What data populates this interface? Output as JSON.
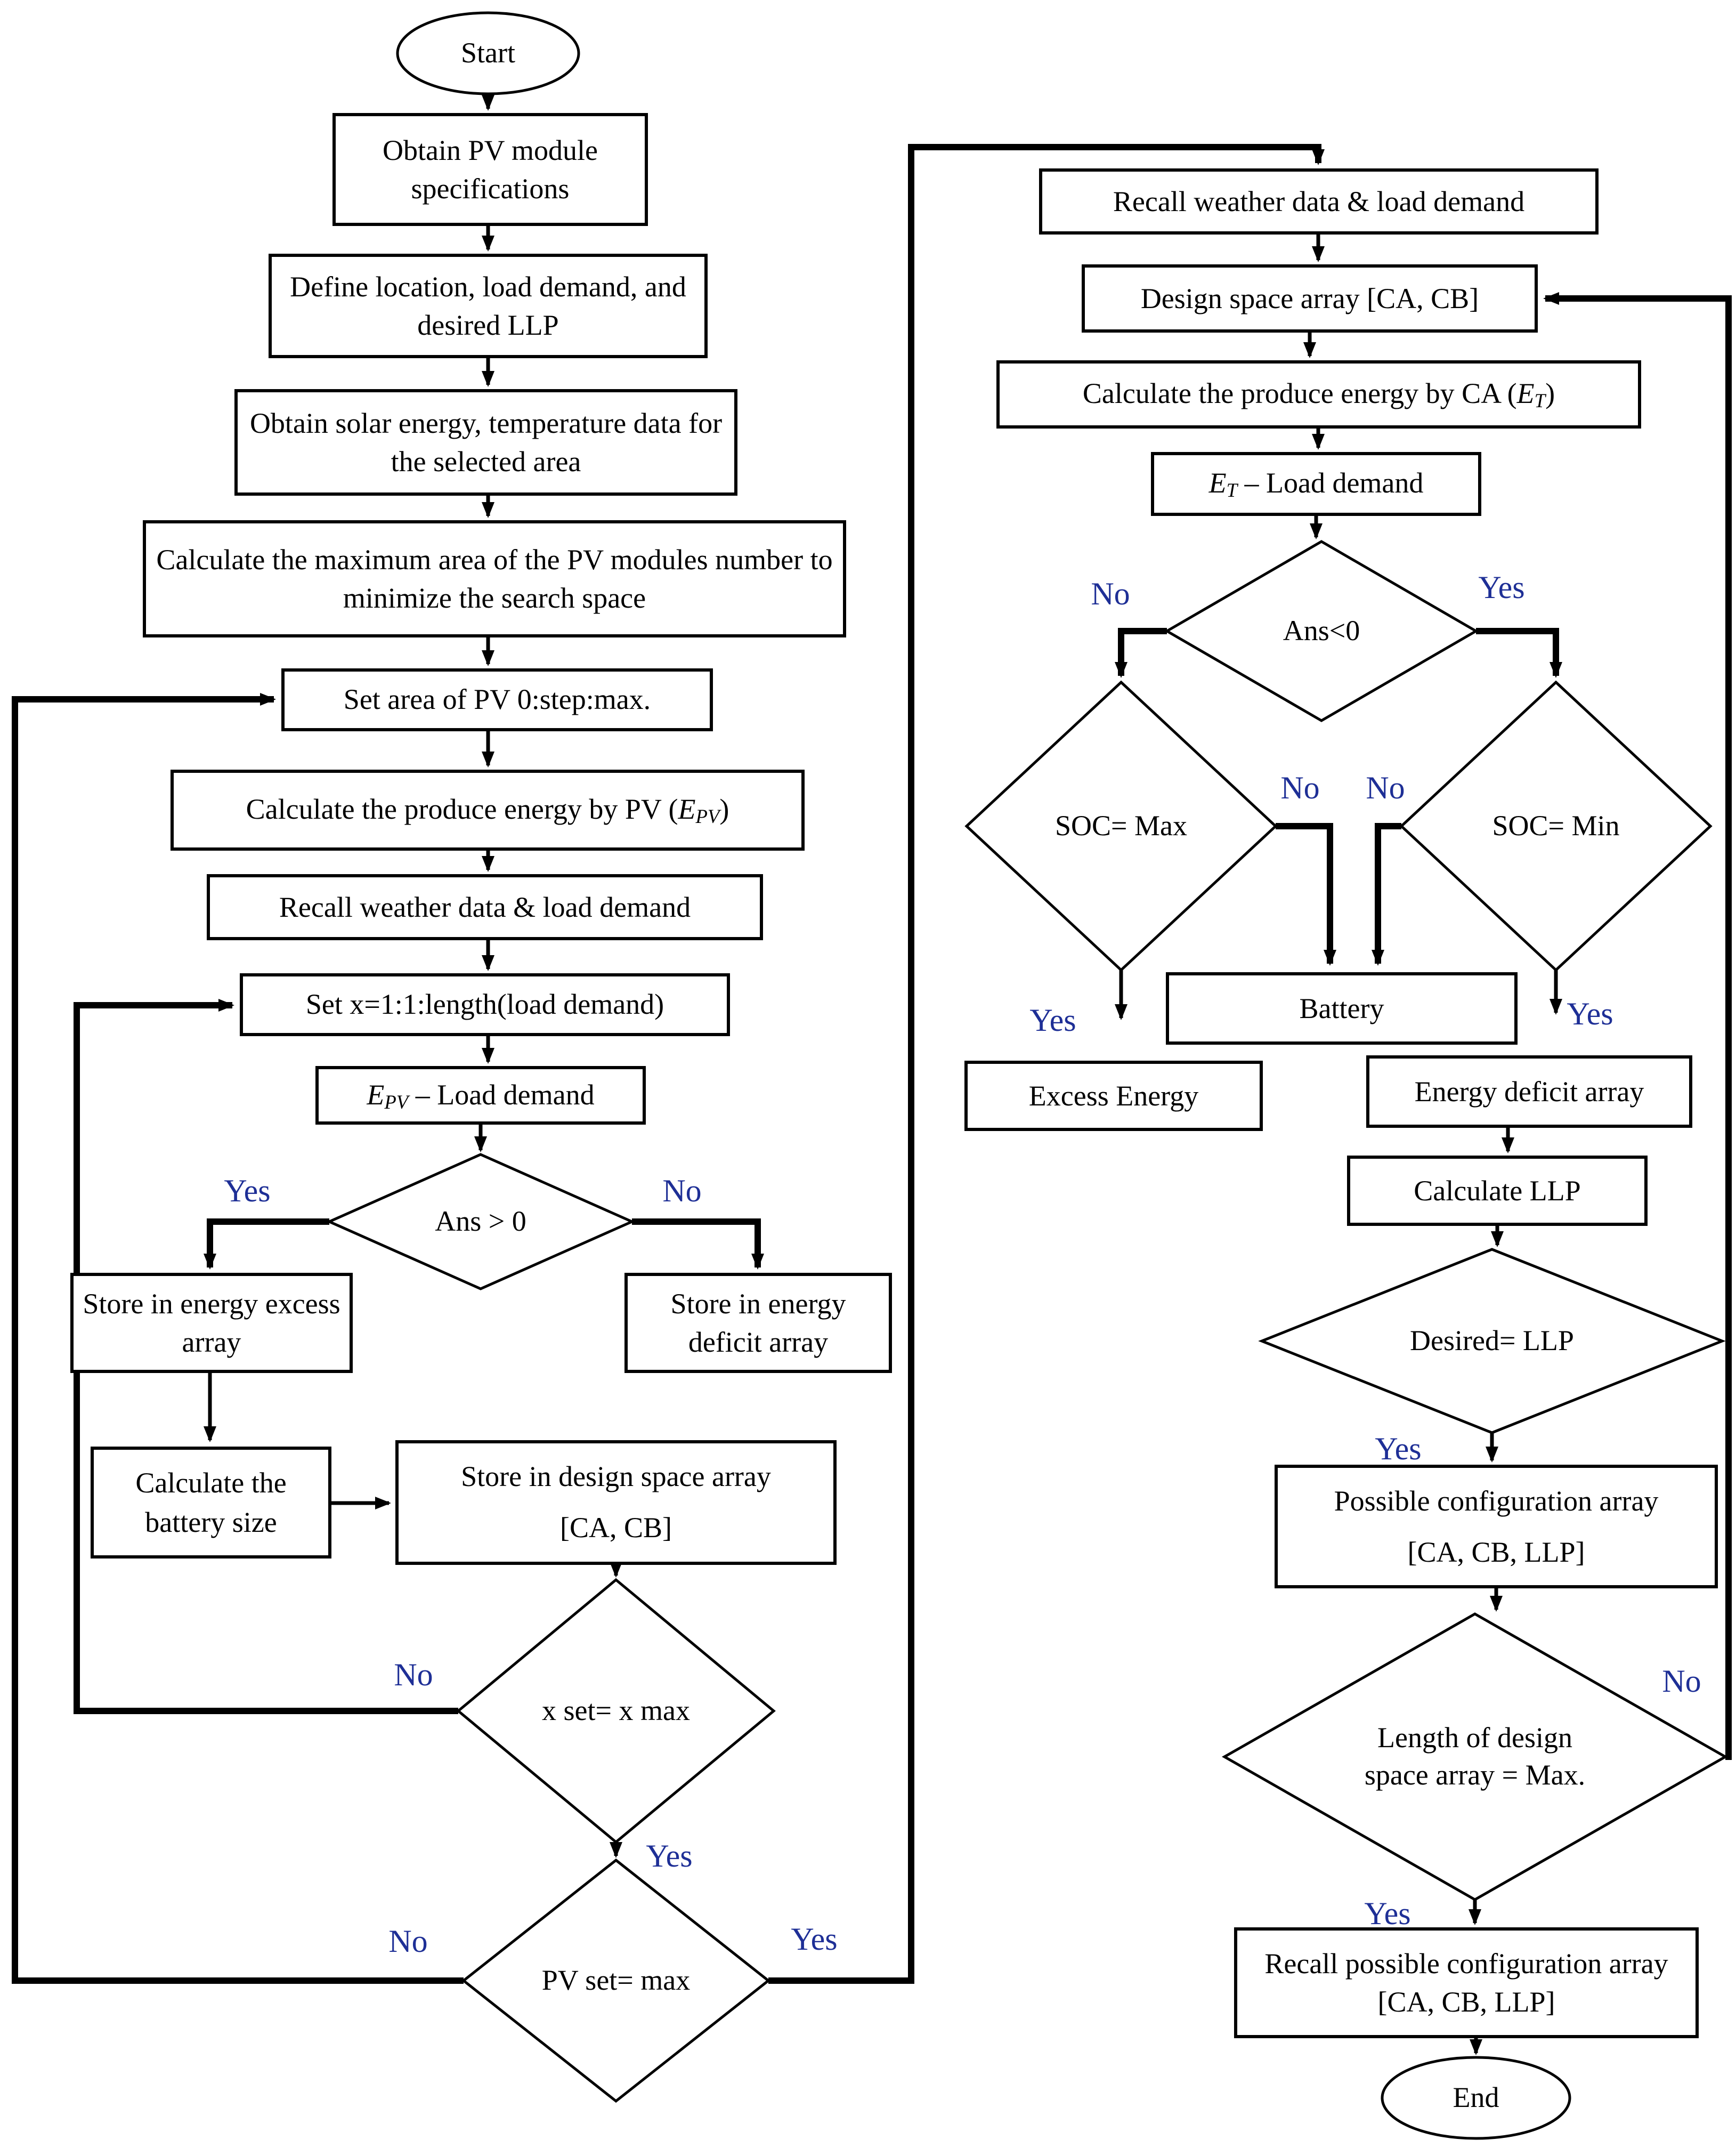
{
  "figure": {
    "type": "flowchart",
    "columns": 2,
    "colors": {
      "line": "#000000",
      "shape_fill": "#ffffff",
      "text": "#000000",
      "branch_label": "#1e2f96"
    }
  },
  "labels": {
    "yes": "Yes",
    "no": "No"
  },
  "nodes": {
    "start": "Start",
    "obtain_pv": "Obtain PV module specifications",
    "define_loc": "Define location, load demand, and desired LLP",
    "obtain_solar": "Obtain solar energy, temperature data for the selected area",
    "calc_max_area": "Calculate the maximum area of the PV modules number to minimize the search space",
    "set_area": "Set area of PV 0:step:max.",
    "calc_epv": {
      "pre": "Calculate the produce energy by PV (",
      "v": "E",
      "sub": "PV",
      "post": ")"
    },
    "recall_weather_l": "Recall weather data & load demand",
    "set_x": "Set x=1:1:length(load demand)",
    "epv_load": {
      "pre": "",
      "v": "E",
      "sub": "PV",
      "post": " – Load demand"
    },
    "ans_gt0": "Ans > 0",
    "store_excess": "Store in energy excess array",
    "store_deficit": "Store in energy deficit array",
    "calc_batt": "Calculate the battery size",
    "store_design": {
      "line1": "Store in design space array",
      "line2": "[CA, CB]"
    },
    "xset": "x set= x max",
    "pvset": "PV set= max",
    "recall_weather_r": "Recall weather data & load demand",
    "design_space": "Design space array [CA, CB]",
    "calc_eca": {
      "pre": "Calculate the produce energy by CA (",
      "v": "E",
      "sub": "T",
      "post": ")"
    },
    "et_load": {
      "pre": "",
      "v": "E",
      "sub": "T",
      "post": " – Load demand"
    },
    "ans_lt0": "Ans<0",
    "soc_max": "SOC= Max",
    "soc_min": "SOC= Min",
    "battery": "Battery",
    "excess": "Excess Energy",
    "deficit": "Energy deficit array",
    "calc_llp": "Calculate LLP",
    "desired": "Desired= LLP",
    "possible": {
      "line1": "Possible configuration array",
      "line2": "[CA, CB, LLP]"
    },
    "length_design": "Length of design space array = Max.",
    "recall_possible": "Recall possible configuration array [CA, CB, LLP]",
    "end": "End"
  }
}
